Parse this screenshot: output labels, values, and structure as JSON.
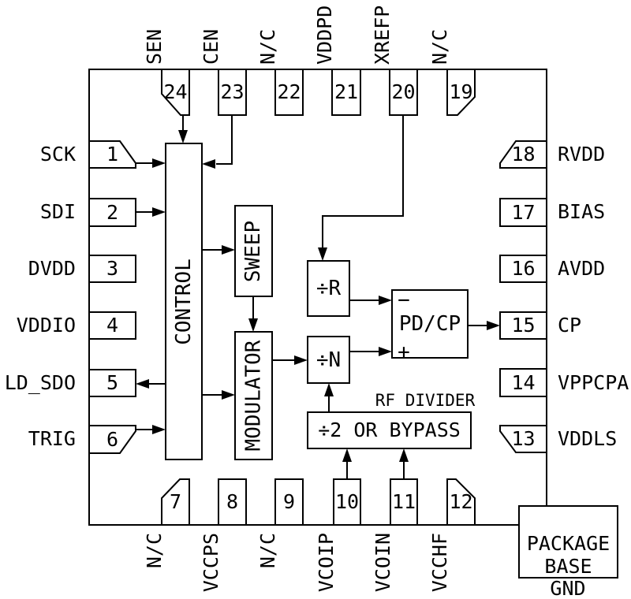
{
  "colors": {
    "background": "#ffffff",
    "line": "#000000"
  },
  "chip": {
    "pins": [
      {
        "num": "1",
        "label": "SCK",
        "side": "left"
      },
      {
        "num": "2",
        "label": "SDI",
        "side": "left"
      },
      {
        "num": "3",
        "label": "DVDD",
        "side": "left"
      },
      {
        "num": "4",
        "label": "VDDIO",
        "side": "left"
      },
      {
        "num": "5",
        "label": "LD_SDO",
        "side": "left"
      },
      {
        "num": "6",
        "label": "TRIG",
        "side": "left"
      },
      {
        "num": "7",
        "label": "N/C",
        "side": "bottom"
      },
      {
        "num": "8",
        "label": "VCCPS",
        "side": "bottom"
      },
      {
        "num": "9",
        "label": "N/C",
        "side": "bottom"
      },
      {
        "num": "10",
        "label": "VCOIP",
        "side": "bottom"
      },
      {
        "num": "11",
        "label": "VCOIN",
        "side": "bottom"
      },
      {
        "num": "12",
        "label": "VCCHF",
        "side": "bottom"
      },
      {
        "num": "13",
        "label": "VDDLS",
        "side": "right"
      },
      {
        "num": "14",
        "label": "VPPCPA",
        "side": "right"
      },
      {
        "num": "15",
        "label": "CP",
        "side": "right"
      },
      {
        "num": "16",
        "label": "AVDD",
        "side": "right"
      },
      {
        "num": "17",
        "label": "BIAS",
        "side": "right"
      },
      {
        "num": "18",
        "label": "RVDD",
        "side": "right"
      },
      {
        "num": "19",
        "label": "N/C",
        "side": "top"
      },
      {
        "num": "20",
        "label": "XREFP",
        "side": "top"
      },
      {
        "num": "21",
        "label": "VDDPD",
        "side": "top"
      },
      {
        "num": "22",
        "label": "N/C",
        "side": "top"
      },
      {
        "num": "23",
        "label": "CEN",
        "side": "top"
      },
      {
        "num": "24",
        "label": "SEN",
        "side": "top"
      }
    ],
    "blocks": {
      "control": "CONTROL",
      "sweep": "SWEEP",
      "modulator": "MODULATOR",
      "div_r": "÷R",
      "div_n": "÷N",
      "pd_cp": "PD/CP",
      "pd_cp_minus": "−",
      "pd_cp_plus": "+",
      "rf_divider_caption": "RF DIVIDER",
      "div2_or_bypass": "÷2 OR BYPASS"
    },
    "package": {
      "line1": "PACKAGE",
      "line2": "BASE",
      "ground": "GND"
    }
  }
}
